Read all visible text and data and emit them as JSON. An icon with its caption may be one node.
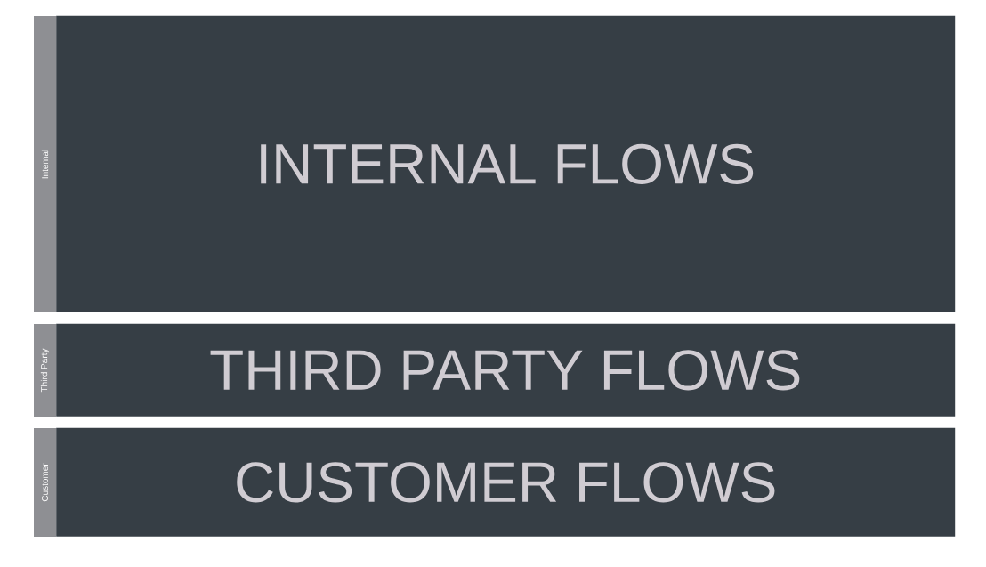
{
  "diagram": {
    "nodes": [
      {
        "text": [
          "Internal",
          "INTERNAL FLOWS"
        ]
      },
      {
        "text": [
          "Third Party",
          "THIRD PARTY FLOWS"
        ]
      },
      {
        "text": [
          "Customer",
          "CUSTOMER FLOWS"
        ]
      }
    ]
  }
}
